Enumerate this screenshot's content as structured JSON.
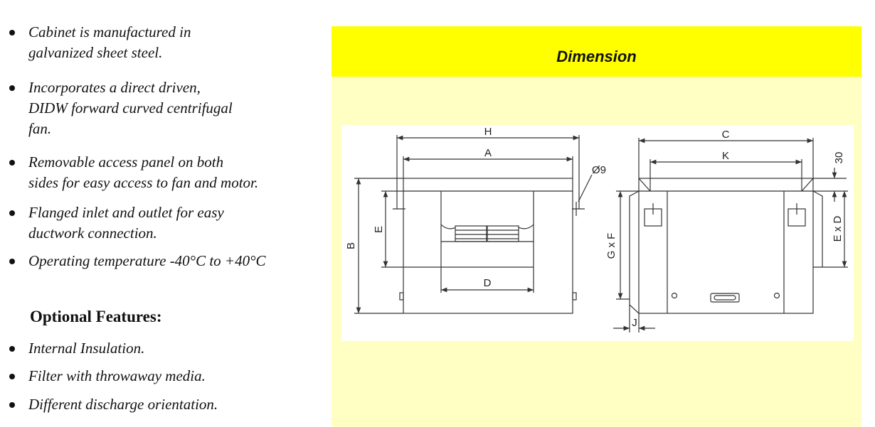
{
  "features": {
    "items": [
      {
        "line1": "Cabinet is manufactured in",
        "line2": "galvanized sheet steel.",
        "line3": ""
      },
      {
        "line1": "Incorporates a direct driven,",
        "line2": "DIDW forward curved centrifugal",
        "line3": "fan."
      },
      {
        "line1": "Removable access panel on both",
        "line2": "sides for easy access to fan and motor.",
        "line3": ""
      },
      {
        "line1": "Flanged inlet and outlet for easy",
        "line2": "ductwork connection.",
        "line3": ""
      },
      {
        "line1": "Operating temperature -40°C to +40°C",
        "line2": "",
        "line3": ""
      }
    ],
    "optional_title": "Optional Features:",
    "optional_items": [
      "Internal Insulation.",
      "Filter with throwaway media.",
      "Different discharge orientation."
    ]
  },
  "dimension_panel": {
    "title": "Dimension",
    "labels": {
      "H": "H",
      "A": "A",
      "C": "C",
      "K": "K",
      "hole": "Ø9",
      "thirty": "30",
      "B": "B",
      "E": "E",
      "D": "D",
      "GxF": "G x F",
      "ExD": "E x D",
      "J": "J"
    }
  },
  "colors": {
    "header": "#ffff00",
    "panel": "#ffffc4",
    "line": "#333333"
  }
}
